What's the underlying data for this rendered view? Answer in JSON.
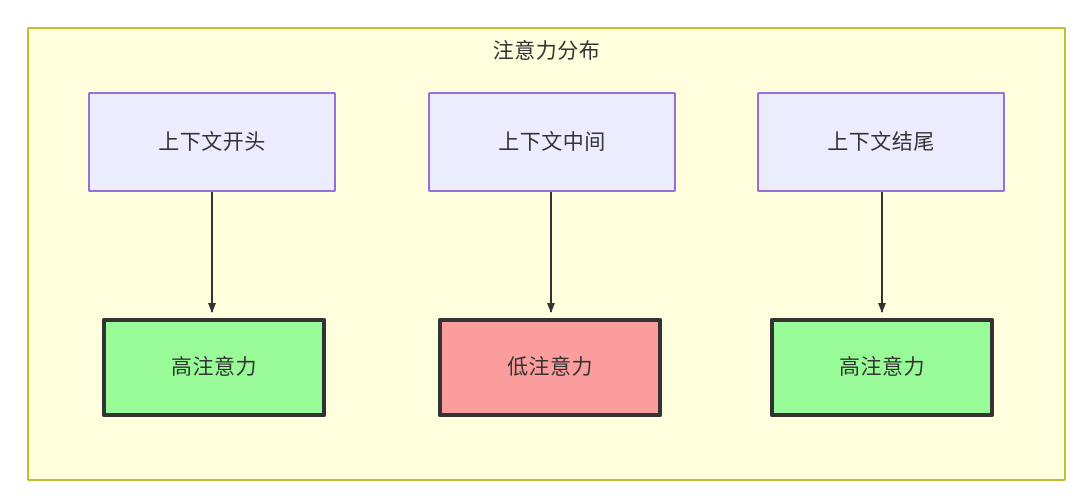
{
  "diagram": {
    "title": "注意力分布",
    "background_color": "#ffffde",
    "border_color": "#bfbf2f",
    "nodes": {
      "source": [
        {
          "id": "context-start",
          "label": "上下文开头",
          "fill": "#ececff",
          "stroke": "#9370db"
        },
        {
          "id": "context-middle",
          "label": "上下文中间",
          "fill": "#ececff",
          "stroke": "#9370db"
        },
        {
          "id": "context-end",
          "label": "上下文结尾",
          "fill": "#ececff",
          "stroke": "#9370db"
        }
      ],
      "result": [
        {
          "id": "high-attention-left",
          "label": "高注意力",
          "fill": "#98fb98",
          "stroke": "#333333"
        },
        {
          "id": "low-attention-middle",
          "label": "低注意力",
          "fill": "#fb9d9d",
          "stroke": "#333333"
        },
        {
          "id": "high-attention-right",
          "label": "高注意力",
          "fill": "#98fb98",
          "stroke": "#333333"
        }
      ]
    },
    "edges": [
      {
        "from": "context-start",
        "to": "high-attention-left",
        "label": ""
      },
      {
        "from": "context-middle",
        "to": "low-attention-middle",
        "label": ""
      },
      {
        "from": "context-end",
        "to": "high-attention-right",
        "label": ""
      }
    ],
    "edge_color": "#333333"
  }
}
